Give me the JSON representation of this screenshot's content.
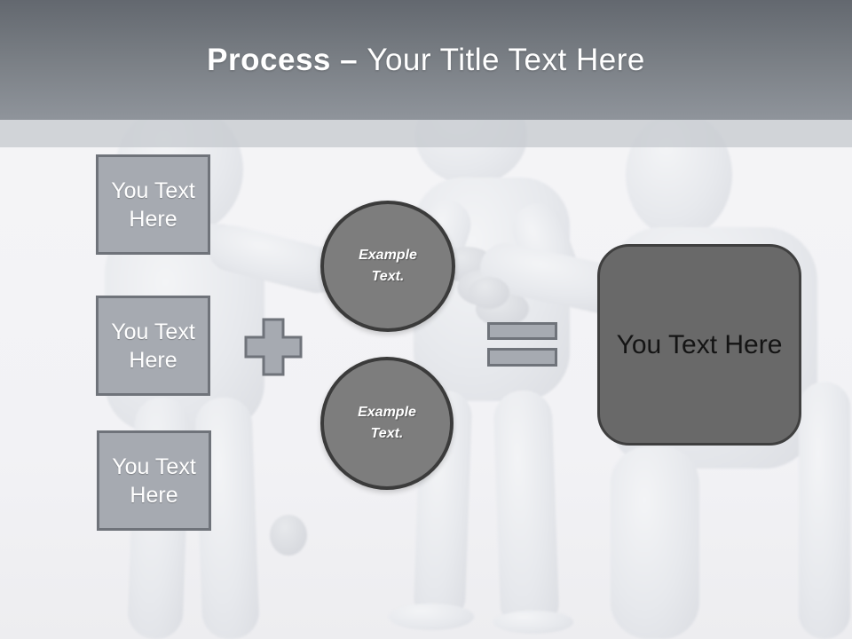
{
  "slide_title": {
    "bold": "Process",
    "separator": " – ",
    "rest": "Your Title Text Here"
  },
  "input_boxes": [
    {
      "label": "You Text Here"
    },
    {
      "label": "You Text Here"
    },
    {
      "label": "You Text Here"
    }
  ],
  "operators": {
    "plus": "plus-icon",
    "equals": "equals-icon"
  },
  "example_circles": [
    {
      "label": "Example Text."
    },
    {
      "label": "Example Text."
    }
  ],
  "result_box": {
    "label": "You Text Here"
  },
  "colors": {
    "header_top": "#63686f",
    "header_bottom": "#8f949b",
    "band": "#c9ccd1",
    "canvas_bg": "#f5f5f7",
    "shape_fill": "#a6aab1",
    "shape_border": "#6f737a",
    "circle_fill": "#7d7d7d",
    "circle_border": "#3b3b3b",
    "result_fill": "#696969",
    "result_border": "#3f3f3f",
    "box_text": "#ffffff",
    "circle_text": "#ffffff",
    "result_text": "#141414",
    "title_text": "#ffffff",
    "figure_fill": "#e9eaee"
  }
}
